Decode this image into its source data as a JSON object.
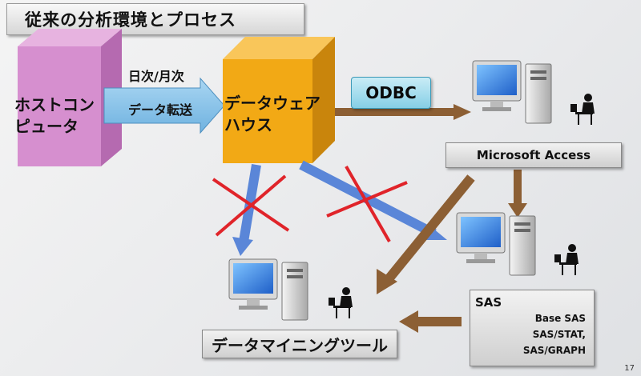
{
  "title": "従来の分析環境とプロセス",
  "host": {
    "line1": "ホストコン",
    "line2": "ピュータ"
  },
  "transfer": {
    "frequency": "日次/月次",
    "label": "データ転送"
  },
  "warehouse": {
    "line1": "データウェア",
    "line2": "ハウス"
  },
  "odbc": "ODBC",
  "access": "Microsoft  Access",
  "sas": {
    "title": "SAS",
    "items": [
      "Base SAS",
      "SAS/STAT,",
      "SAS/GRAPH"
    ]
  },
  "mining_tool": "データマイニングツール",
  "page_number": "17",
  "colors": {
    "host_cube": "#d68fcf",
    "warehouse_cube": "#f2a915",
    "blue_arrow": "#5a86d8",
    "brown_arrow": "#8c5f34",
    "cross": "#e0242a"
  },
  "icons": [
    "pc-monitor-icon",
    "pc-tower-icon",
    "user-at-desk-icon"
  ]
}
